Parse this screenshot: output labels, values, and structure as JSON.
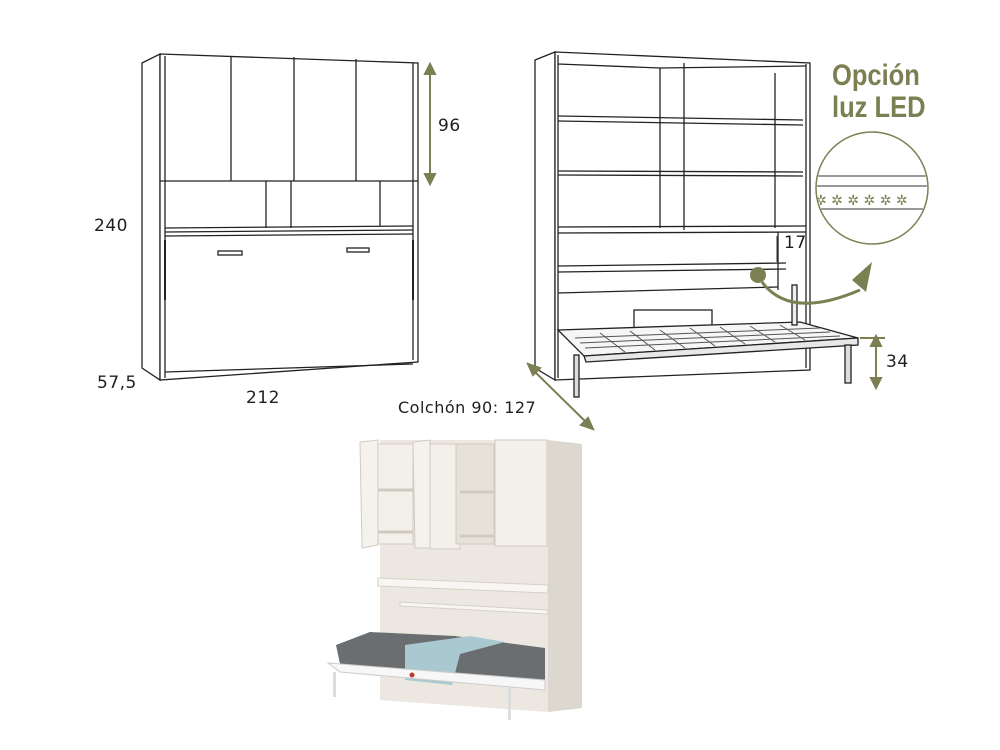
{
  "diagram": {
    "closed_view": {
      "label": "closed-wall-bed-cabinet",
      "dimensions": {
        "total_height": "240",
        "upper_cabinet_height": "96",
        "depth": "57,5",
        "width": "212"
      }
    },
    "open_view": {
      "label": "open-wall-bed-cabinet",
      "dimensions": {
        "shelf_gap": "17",
        "bed_height": "34"
      },
      "mattress_label": "Colchón 90: 127"
    },
    "led_option": {
      "title_line1": "Opción",
      "title_line2": "luz LED",
      "accent_color": "#7b7f52"
    },
    "photo": {
      "label": "product-photo-open-bed",
      "colors": {
        "cabinet": "#ece8e1",
        "blanket_gray": "#6b6e70",
        "blanket_blue": "#a9c8cf"
      }
    }
  }
}
